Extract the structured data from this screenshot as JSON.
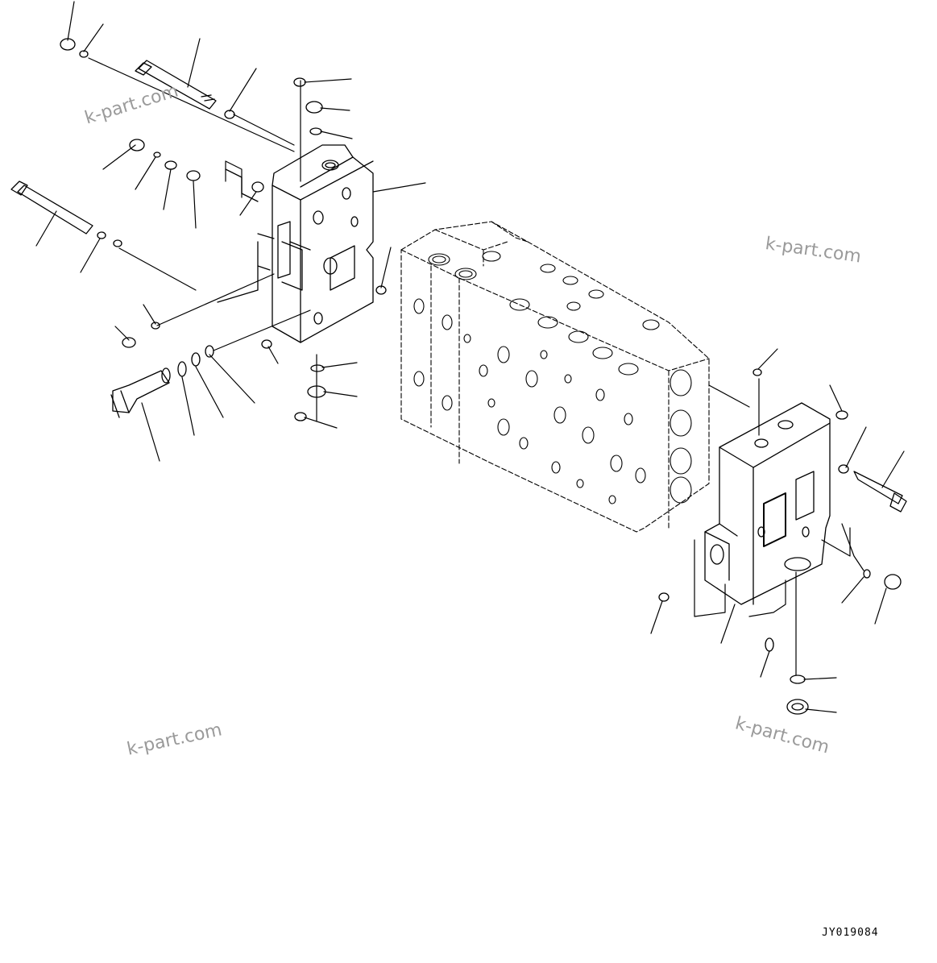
{
  "watermarks": [
    "k-part.com",
    "k-part.com",
    "k-part.com",
    "k-part.com"
  ],
  "drawing_code": "JY019084",
  "colors": {
    "ink": "#000000",
    "watermark": "#9a9a9a",
    "background": "#ffffff"
  }
}
